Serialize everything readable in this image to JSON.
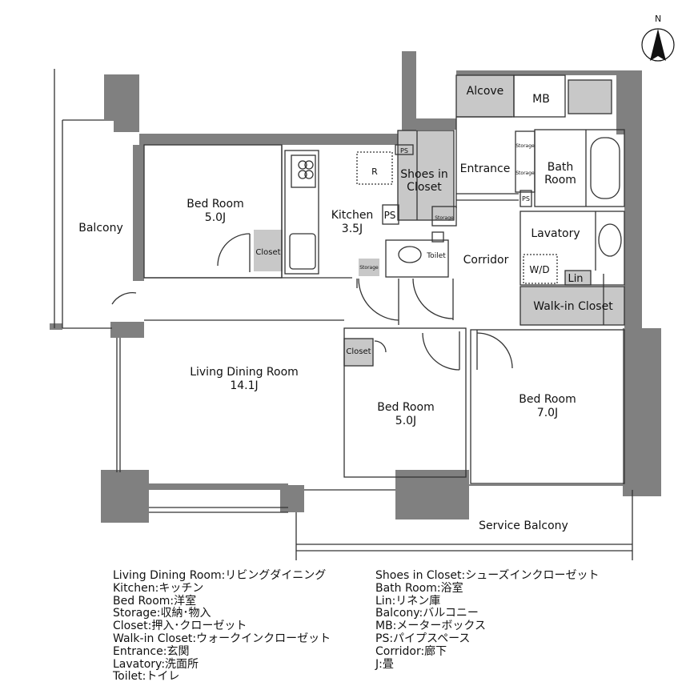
{
  "colors": {
    "wall": "#808080",
    "fill": "#c8c8c8",
    "line": "#333333",
    "background": "#ffffff"
  },
  "compass": {
    "letter": "N"
  },
  "rooms": {
    "balcony": "Balcony",
    "bed_room_nw": {
      "name": "Bed Room",
      "size": "5.0J"
    },
    "closet_nw": "Closet",
    "kitchen": {
      "name": "Kitchen",
      "size": "3.5J"
    },
    "fridge": "R",
    "ps_top": "PS",
    "ps_kitchen": "PS",
    "ps_bath": "PS",
    "shoes_closet": {
      "line1": "Shoes in",
      "line2": "Closet"
    },
    "entrance": "Entrance",
    "alcove": "Alcove",
    "mb": "MB",
    "bath_room": {
      "line1": "Bath",
      "line2": "Room"
    },
    "storage_entrance_1": "Storage",
    "storage_entrance_2": "Storage",
    "storage_mid": "Storage",
    "storage_kitchen": "Storage",
    "toilet": "Toilet",
    "corridor": "Corridor",
    "lavatory": "Lavatory",
    "wd": "W/D",
    "lin": "Lin",
    "walk_in_closet": "Walk-in Closet",
    "living_dining": {
      "name": "Living Dining Room",
      "size": "14.1J"
    },
    "closet_center": "Closet",
    "bed_room_center": {
      "name": "Bed Room",
      "size": "5.0J"
    },
    "bed_room_east": {
      "name": "Bed Room",
      "size": "7.0J"
    },
    "service_balcony": "Service Balcony"
  },
  "legend": {
    "left": [
      "Living Dining Room:リビングダイニング",
      "Kitchen:キッチン",
      "Bed Room:洋室",
      "Storage:収納･物入",
      "Closet:押入･クローゼット",
      "Walk-in Closet:ウォークインクローゼット",
      "Entrance:玄関",
      "Lavatory:洗面所",
      "Toilet:トイレ"
    ],
    "right": [
      "Shoes in Closet:シューズインクローゼット",
      "Bath Room:浴室",
      "Lin:リネン庫",
      "Balcony:バルコニー",
      "MB:メーターボックス",
      "PS:パイプスペース",
      "Corridor:廊下",
      "J:畳"
    ]
  }
}
